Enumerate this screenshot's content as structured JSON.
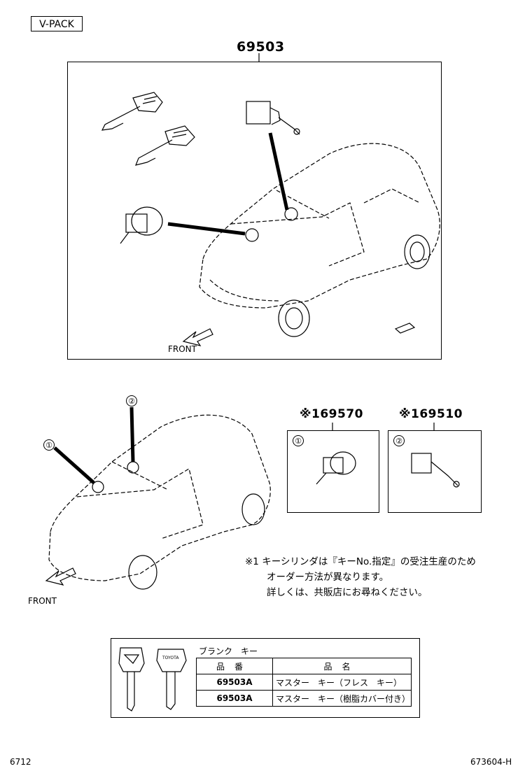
{
  "header": {
    "badge": "V-PACK"
  },
  "main_assembly": {
    "part_number": "69503",
    "front_label": "FRONT"
  },
  "lower_diagram": {
    "front_label": "FRONT",
    "marker1": "①",
    "marker2": "②"
  },
  "subparts": [
    {
      "part_number": "※169570",
      "marker": "①"
    },
    {
      "part_number": "※169510",
      "marker": "②"
    }
  ],
  "note": {
    "line1": "※1 キーシリンダは『キーNo.指定』の受注生産のため",
    "line2": "オーダー方法が異なります。",
    "line3": "詳しくは、共販店にお尋ねください。"
  },
  "key_table": {
    "title": "ブランク　キー",
    "col_partno": "品番",
    "col_name": "品名",
    "rows": [
      {
        "part_no": "69503A",
        "name": "マスター　キー（フレス　キー）"
      },
      {
        "part_no": "69503A",
        "name": "マスター　キー（樹脂カバー付き）"
      }
    ],
    "key_brand": "TOYOTA"
  },
  "footer": {
    "left": "6712",
    "right": "673604-H"
  }
}
